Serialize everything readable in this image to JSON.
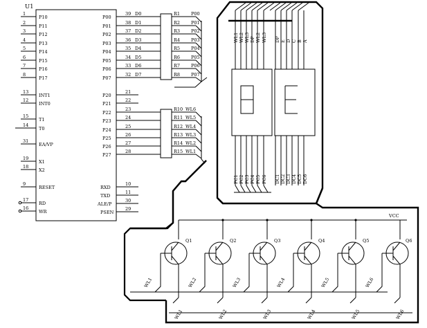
{
  "mcu": {
    "ref": "U1",
    "pins": {
      "p1": [
        "P10",
        "P11",
        "P12",
        "P13",
        "P14",
        "P15",
        "P16",
        "P17"
      ],
      "p1_nums": [
        "1",
        "2",
        "3",
        "4",
        "5",
        "6",
        "7",
        "8"
      ],
      "p0": [
        "P00",
        "P01",
        "P02",
        "P03",
        "P04",
        "P05",
        "P06",
        "P07"
      ],
      "p0_nums": [
        "39",
        "38",
        "37",
        "36",
        "35",
        "34",
        "33",
        "32"
      ],
      "p2": [
        "P20",
        "P21",
        "P22",
        "P23",
        "P24",
        "P25",
        "P26",
        "P27"
      ],
      "p2_nums": [
        "21",
        "22",
        "23",
        "24",
        "25",
        "26",
        "27",
        "28"
      ],
      "left_misc": [
        "INT1",
        "INT0",
        "T1",
        "T0",
        "EA/VP",
        "X1",
        "X2",
        "RESET",
        "RD",
        "WR"
      ],
      "left_misc_nums": [
        "13",
        "12",
        "15",
        "14",
        "31",
        "19",
        "18",
        "9",
        "17",
        "16"
      ],
      "right_misc": [
        "RXD",
        "TXD",
        "ALE/P",
        "PSEN"
      ],
      "right_misc_nums": [
        "10",
        "11",
        "30",
        "29"
      ]
    }
  },
  "data_nets": [
    "D0",
    "D1",
    "D2",
    "D3",
    "D4",
    "D5",
    "D6",
    "D7"
  ],
  "resistors_a": [
    "R1",
    "R2",
    "R3",
    "R4",
    "R5",
    "R6",
    "R7",
    "R8"
  ],
  "p_nets": [
    "P00",
    "P01",
    "P02",
    "P03",
    "P04",
    "P05",
    "P06",
    "P07"
  ],
  "resistors_b": [
    "R10",
    "R11",
    "R12",
    "R13",
    "R14",
    "R15"
  ],
  "wl_nets_b": [
    "WL6",
    "WL5",
    "WL4",
    "WL3",
    "WL2",
    "WL1"
  ],
  "display": {
    "top_left": [
      "WL1",
      "WL2",
      "WL3",
      "DP",
      "WL2",
      "WL3"
    ],
    "top_right": [
      "DP",
      "E",
      "D",
      "C",
      "B",
      "A"
    ],
    "bottom_left": [
      "PC1",
      "PC2",
      "PC3",
      "PC4",
      "PC5",
      "PC6"
    ],
    "bottom_right": [
      "DC1",
      "DC2",
      "DC3",
      "DC4",
      "DC5",
      "DC6"
    ]
  },
  "driver": {
    "transistors": [
      "Q1",
      "Q2",
      "Q3",
      "Q4",
      "Q5",
      "Q6"
    ],
    "bases": [
      "WL1",
      "WL2",
      "WL3",
      "WL4",
      "WL5",
      "WL6"
    ],
    "outputs": [
      "WL1",
      "WL2",
      "WL3",
      "WL4",
      "WL5",
      "WL6"
    ],
    "vcc_label": "VCC"
  }
}
